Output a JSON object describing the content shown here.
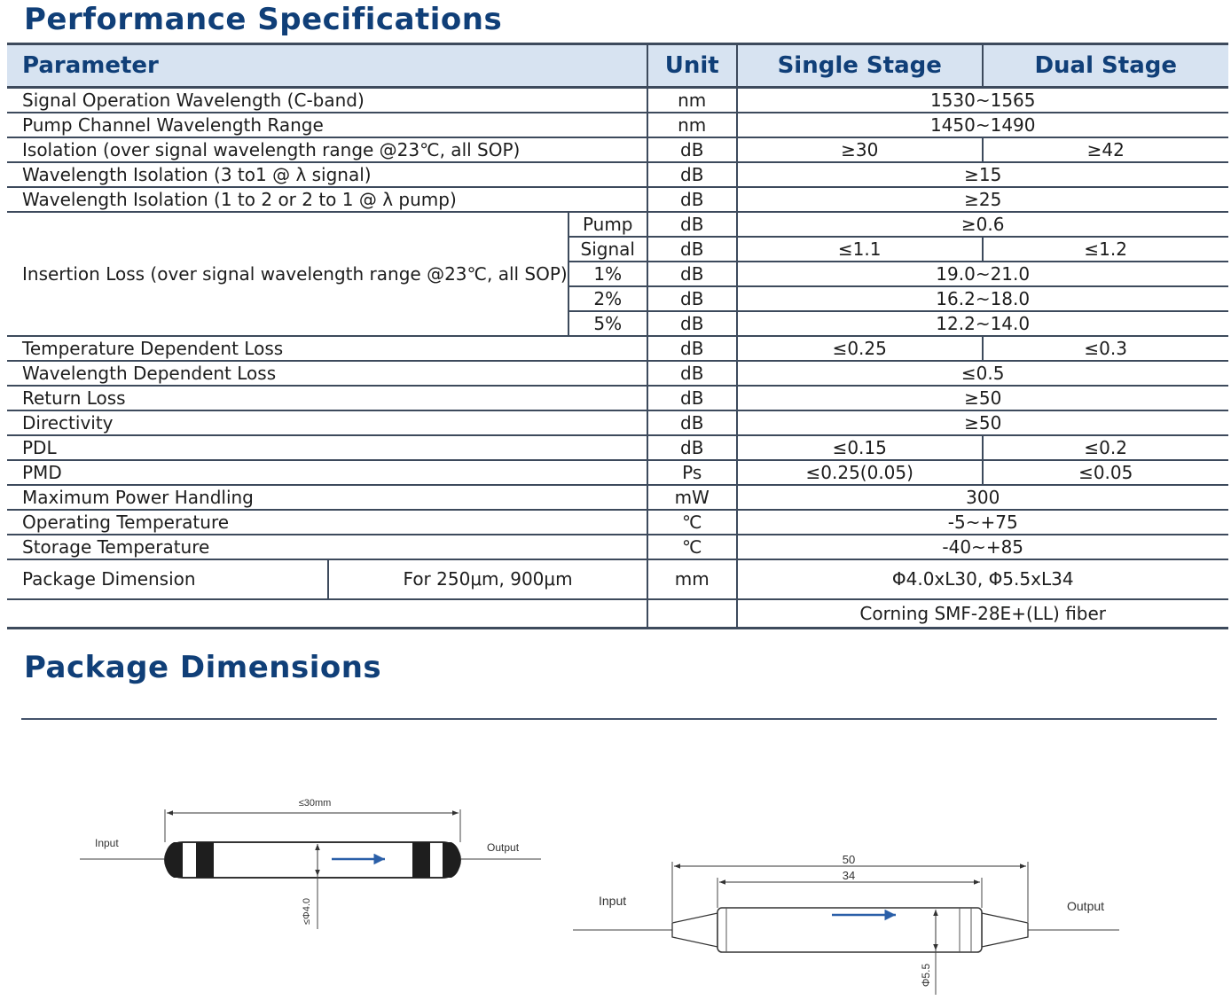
{
  "spec_title": "Performance Specifications",
  "pkg_title": "Package  Dimensions",
  "header": {
    "parameter": "Parameter",
    "unit": "Unit",
    "single": "Single Stage",
    "dual": "Dual Stage"
  },
  "rows": {
    "signal_wl": {
      "param": "Signal Operation Wavelength (C-band)",
      "unit": "nm",
      "value": "1530~1565"
    },
    "pump_wl": {
      "param": "Pump Channel Wavelength Range",
      "unit": "nm",
      "value": "1450~1490"
    },
    "isolation": {
      "param": "Isolation (over signal wavelength range @23℃, all SOP)",
      "unit": "dB",
      "single": "≥30",
      "dual": "≥42"
    },
    "wl_iso_31": {
      "param": "Wavelength Isolation (3 to1 @ λ signal)",
      "unit": "dB",
      "value": "≥15"
    },
    "wl_iso_12": {
      "param": "Wavelength Isolation (1 to 2 or 2 to 1 @ λ pump)",
      "unit": "dB",
      "value": "≥25"
    },
    "insertion": {
      "param": "Insertion Loss (over signal wavelength range @23℃, all SOP)",
      "pump": {
        "sub": "Pump",
        "unit": "dB",
        "value": "≥0.6"
      },
      "signal": {
        "sub": "Signal",
        "unit": "dB",
        "single": "≤1.1",
        "dual": "≤1.2"
      },
      "p1": {
        "sub": "1%",
        "unit": "dB",
        "value": "19.0~21.0"
      },
      "p2": {
        "sub": "2%",
        "unit": "dB",
        "value": "16.2~18.0"
      },
      "p5": {
        "sub": "5%",
        "unit": "dB",
        "value": "12.2~14.0"
      }
    },
    "tdl": {
      "param": "Temperature Dependent  Loss",
      "unit": "dB",
      "single": "≤0.25",
      "dual": "≤0.3"
    },
    "wdl": {
      "param": "Wavelength Dependent Loss",
      "unit": "dB",
      "value": "≤0.5"
    },
    "return_loss": {
      "param": "Return Loss",
      "unit": "dB",
      "value": "≥50"
    },
    "directivity": {
      "param": "Directivity",
      "unit": "dB",
      "value": "≥50"
    },
    "pdl": {
      "param": "PDL",
      "unit": "dB",
      "single": "≤0.15",
      "dual": "≤0.2"
    },
    "pmd": {
      "param": "PMD",
      "unit": "Ps",
      "single": "≤0.25(0.05)",
      "dual": "≤0.05"
    },
    "max_power": {
      "param": "Maximum Power Handling",
      "unit": "mW",
      "value": "300"
    },
    "op_temp": {
      "param": "Operating Temperature",
      "unit": "℃",
      "value": "-5~+75"
    },
    "st_temp": {
      "param": "Storage Temperature",
      "unit": "℃",
      "value": "-40~+85"
    },
    "package": {
      "param": "Package Dimension",
      "sub": "For 250μm, 900μm",
      "unit": "mm",
      "value": "Φ4.0xL30,  Φ5.5xL34"
    },
    "fiber": {
      "value": "Corning SMF-28E+(LL) fiber"
    }
  },
  "diagram1": {
    "input": "Input",
    "output": "Output",
    "length": "≤30mm",
    "diameter": "≤Φ4.0"
  },
  "diagram2": {
    "input": "Input",
    "output": "Output",
    "outer": "50",
    "inner": "34",
    "diameter": "Φ5.5"
  }
}
